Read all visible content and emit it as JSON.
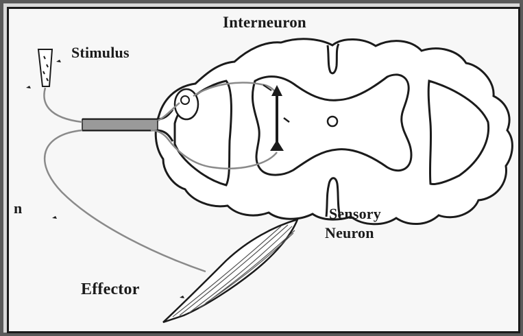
{
  "labels": {
    "interneuron": "Interneuron",
    "stimulus": "Stimulus",
    "sensory_line1": "Sensory",
    "sensory_line2": "Neuron",
    "effector": "Effector",
    "partial_left": "n"
  },
  "colors": {
    "background": "#f7f7f7",
    "ink": "#1b1b1b",
    "grey_matter": "#ffffff",
    "frame": "#5a5a5a"
  }
}
